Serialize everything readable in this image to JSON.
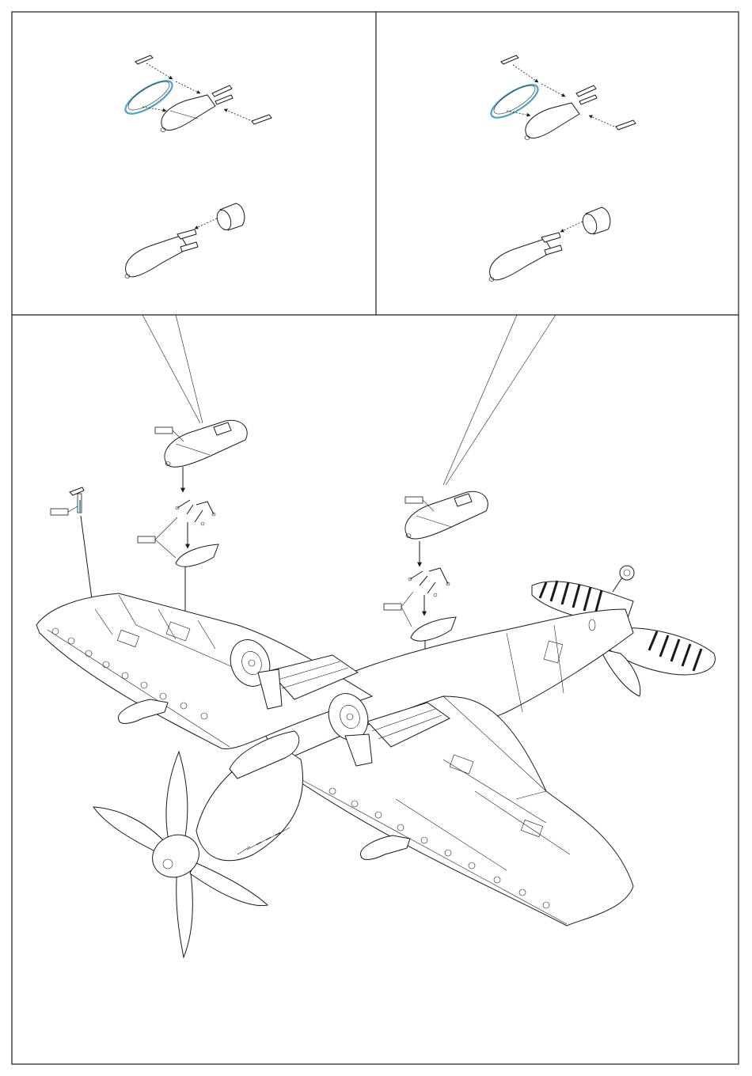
{
  "sheet": {
    "panels": [
      {
        "id": "detail-left",
        "variant": "photo-etch fin ring"
      },
      {
        "id": "detail-right",
        "variant": "photo-etch fin ring"
      }
    ],
    "callouts": [
      {
        "id": "bomb-left-tag",
        "label": ""
      },
      {
        "id": "rack-left-tag",
        "label": ""
      },
      {
        "id": "aerial-tag",
        "label": ""
      },
      {
        "id": "bomb-right-tag",
        "label": ""
      },
      {
        "id": "rack-right-tag",
        "label": ""
      }
    ],
    "colors": {
      "line": "#1a1a1a",
      "photo_etch_highlight": "#4aa3c8",
      "paper": "#ffffff"
    },
    "icons": [
      "bomb-icon",
      "arrow-icon",
      "propeller-icon",
      "aircraft-icon",
      "wheel-icon"
    ]
  }
}
